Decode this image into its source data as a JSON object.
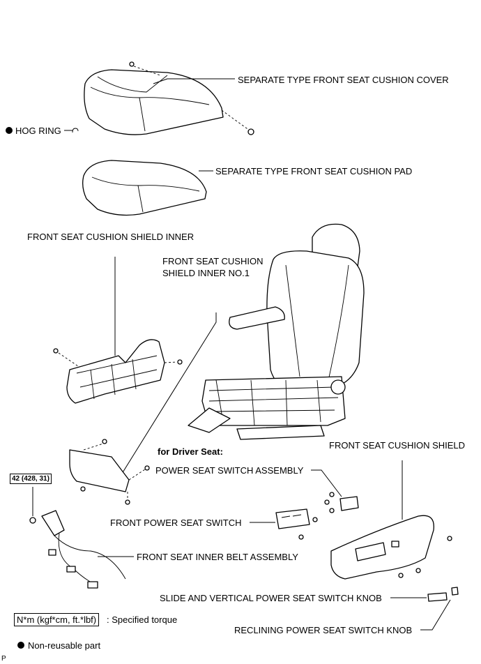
{
  "labels": {
    "cushion_cover": "SEPARATE TYPE FRONT SEAT CUSHION COVER",
    "hog_ring": "HOG RING",
    "cushion_pad": "SEPARATE TYPE FRONT SEAT CUSHION PAD",
    "shield_inner": "FRONT SEAT CUSHION SHIELD INNER",
    "shield_inner_no1_line1": "FRONT SEAT CUSHION",
    "shield_inner_no1_line2": "SHIELD INNER NO.1",
    "for_driver_seat": "for Driver Seat:",
    "cushion_shield": "FRONT SEAT CUSHION SHIELD",
    "power_seat_switch_assembly": "POWER SEAT SWITCH ASSEMBLY",
    "torque_value": "42 (428, 31)",
    "front_power_seat_switch": "FRONT POWER SEAT SWITCH",
    "inner_belt_assembly": "FRONT SEAT INNER BELT ASSEMBLY",
    "slide_vertical_knob": "SLIDE AND VERTICAL POWER SEAT SWITCH KNOB",
    "reclining_knob": "RECLINING POWER SEAT SWITCH KNOB"
  },
  "legend": {
    "torque_unit": "N*m (kgf*cm, ft.*lbf)",
    "torque_text": ": Specified torque",
    "non_reusable": "Non-reusable part"
  },
  "figure_code": "P"
}
